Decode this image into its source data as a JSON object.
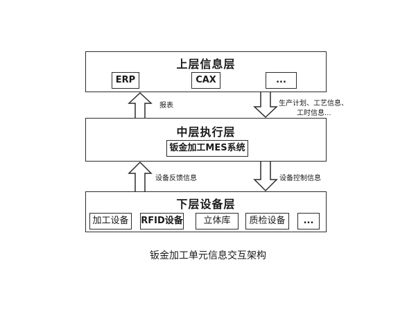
{
  "top_layer": {
    "title": "上层信息层",
    "systems": [
      "ERP",
      "CAX",
      "..."
    ]
  },
  "middle_layer": {
    "title": "中层执行层",
    "system": "钣金加工MES系统"
  },
  "bottom_layer": {
    "title": "下层设备层",
    "devices": [
      "加工设备",
      "RFID设备",
      "立体库",
      "质检设备",
      "..."
    ]
  },
  "flows": {
    "report": "报表",
    "plan_lines": [
      "生产计划、工艺信息、",
      "工时信息..."
    ],
    "device_feedback": "设备反馈信息",
    "device_control": "设备控制信息"
  },
  "caption": "钣金加工单元信息交互架构"
}
